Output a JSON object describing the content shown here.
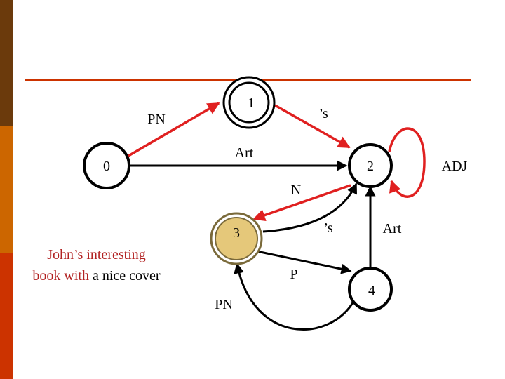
{
  "colors": {
    "bar_top": "#6b3a0c",
    "bar_mid": "#cc6600",
    "bar_bot": "#cc3300",
    "rule": "#cc3300",
    "red_arrow": "#e02020",
    "node3_fill": "#e5c87a"
  },
  "nodes": {
    "n0": "0",
    "n1": "1",
    "n2": "2",
    "n3": "3",
    "n4": "4"
  },
  "edges": {
    "pn_top": "PN",
    "s_top": "’s",
    "art": "Art",
    "adj": "ADJ",
    "n": "N",
    "s_mid": "’s",
    "art_low": "Art",
    "p": "P",
    "pn_bottom": "PN"
  },
  "caption": {
    "part1": "John’s interesting",
    "part2": "book with",
    "part3": " a nice cover"
  }
}
